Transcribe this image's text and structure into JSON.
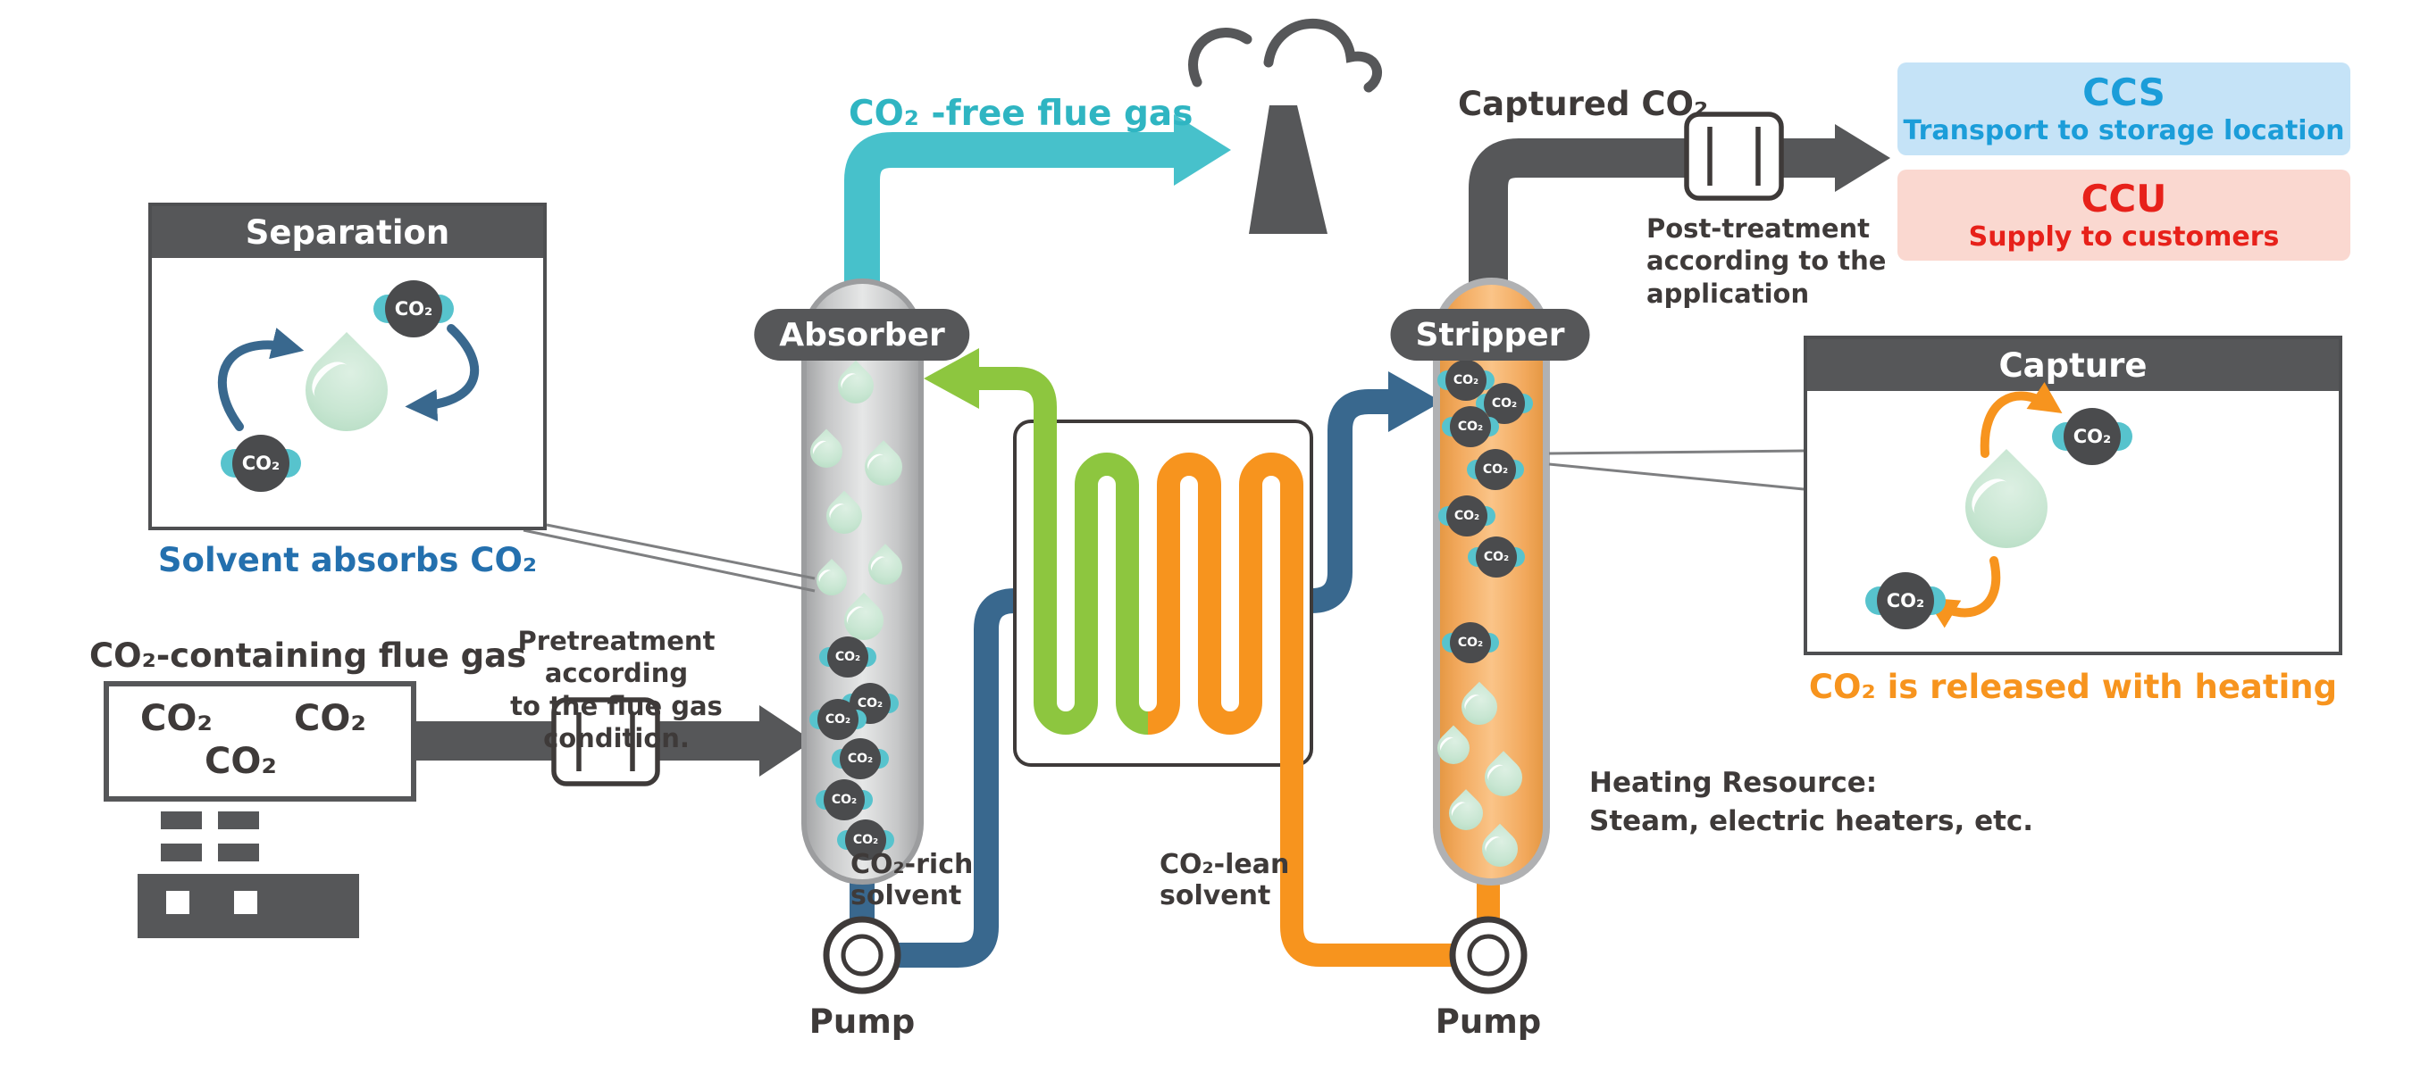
{
  "separation_panel": {
    "title": "Separation",
    "caption": "Solvent absorbs CO₂"
  },
  "capture_panel": {
    "title": "Capture",
    "caption": "CO₂ is released with heating"
  },
  "source": {
    "label": "CO₂-containing flue gas",
    "box_molecules": [
      "CO₂",
      "CO₂",
      "CO₂"
    ]
  },
  "pretreatment_note": "Pretreatment according\nto the flue gas condition.",
  "post_treatment_note": "Post-treatment\naccording to the\napplication",
  "flue_gas_out": "CO₂ -free flue gas",
  "captured_co2": "Captured CO₂",
  "absorber": {
    "label": "Absorber"
  },
  "stripper": {
    "label": "Stripper"
  },
  "ccs": {
    "title": "CCS",
    "subtitle": "Transport to storage location"
  },
  "ccu": {
    "title": "CCU",
    "subtitle": "Supply to customers"
  },
  "heating_note": "Heating Resource:\nSteam, electric heaters, etc.",
  "rich_solvent": "CO₂-rich\nsolvent",
  "lean_solvent": "CO₂-lean\nsolvent",
  "pumps": {
    "left": "Pump",
    "right": "Pump"
  },
  "molecule_label": "CO₂",
  "colors": {
    "dark": "#565759",
    "teal_arrow": "#47C1CB",
    "teal_text": "#2FB5C2",
    "green": "#8DC63F",
    "orange": "#F7941E",
    "steel_blue": "#39688E",
    "mint_droplet": "#C8E6D2",
    "ccs_bg": "#C5E3F7",
    "ccs_text": "#1B9DD9",
    "ccu_bg": "#FAD8D0",
    "ccu_text": "#E7211A",
    "caption_blue": "#2470AE"
  }
}
